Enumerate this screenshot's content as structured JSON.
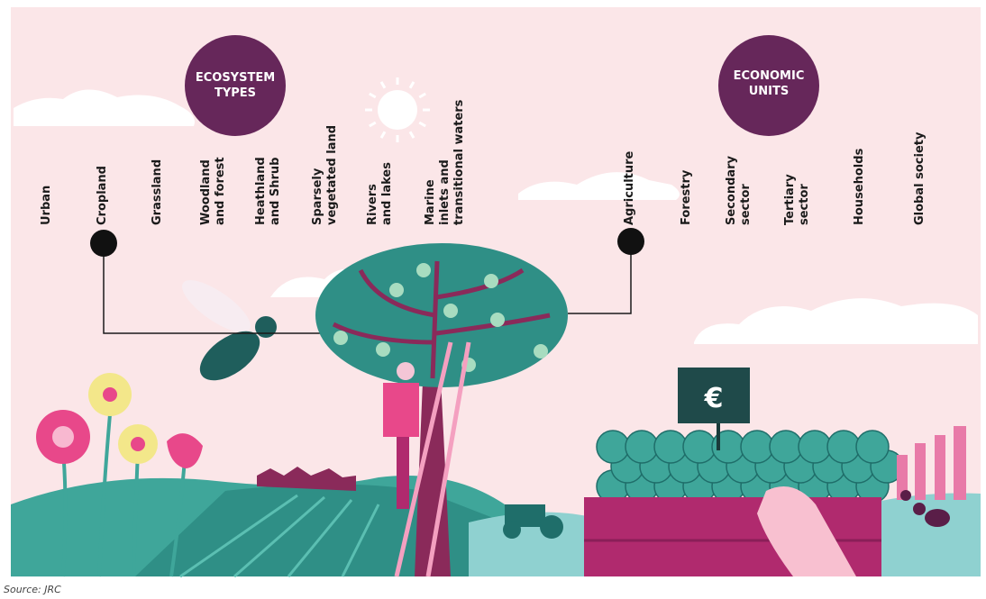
{
  "ecosystem_circle": {
    "lines": [
      "ECOSYSTEM",
      "TYPES"
    ]
  },
  "economic_circle": {
    "lines": [
      "ECONOMIC",
      "UNITS"
    ]
  },
  "ecosystem_types": [
    {
      "lines": [
        "Urban"
      ]
    },
    {
      "lines": [
        "Cropland"
      ]
    },
    {
      "lines": [
        "Grassland"
      ]
    },
    {
      "lines": [
        "Woodland",
        "and forest"
      ]
    },
    {
      "lines": [
        "Heathland",
        "and Shrub"
      ]
    },
    {
      "lines": [
        "Sparsely",
        "vegetated land"
      ]
    },
    {
      "lines": [
        "Rivers",
        "and lakes"
      ]
    },
    {
      "lines": [
        "Marine",
        "inlets and",
        "transitional waters"
      ]
    }
  ],
  "economic_units": [
    {
      "lines": [
        "Agriculture"
      ]
    },
    {
      "lines": [
        "Forestry"
      ]
    },
    {
      "lines": [
        "Secondary",
        "sector"
      ]
    },
    {
      "lines": [
        "Tertiary",
        "sector"
      ]
    },
    {
      "lines": [
        "Households"
      ]
    },
    {
      "lines": [
        "Global society"
      ]
    }
  ],
  "price_sign": "€",
  "source": "Source: JRC",
  "colors": {
    "background": "#fbe6e8",
    "circle": "#66275a",
    "teal": "#3fa69a",
    "magenta": "#b02a6e",
    "sea": "#8fd1d0"
  }
}
